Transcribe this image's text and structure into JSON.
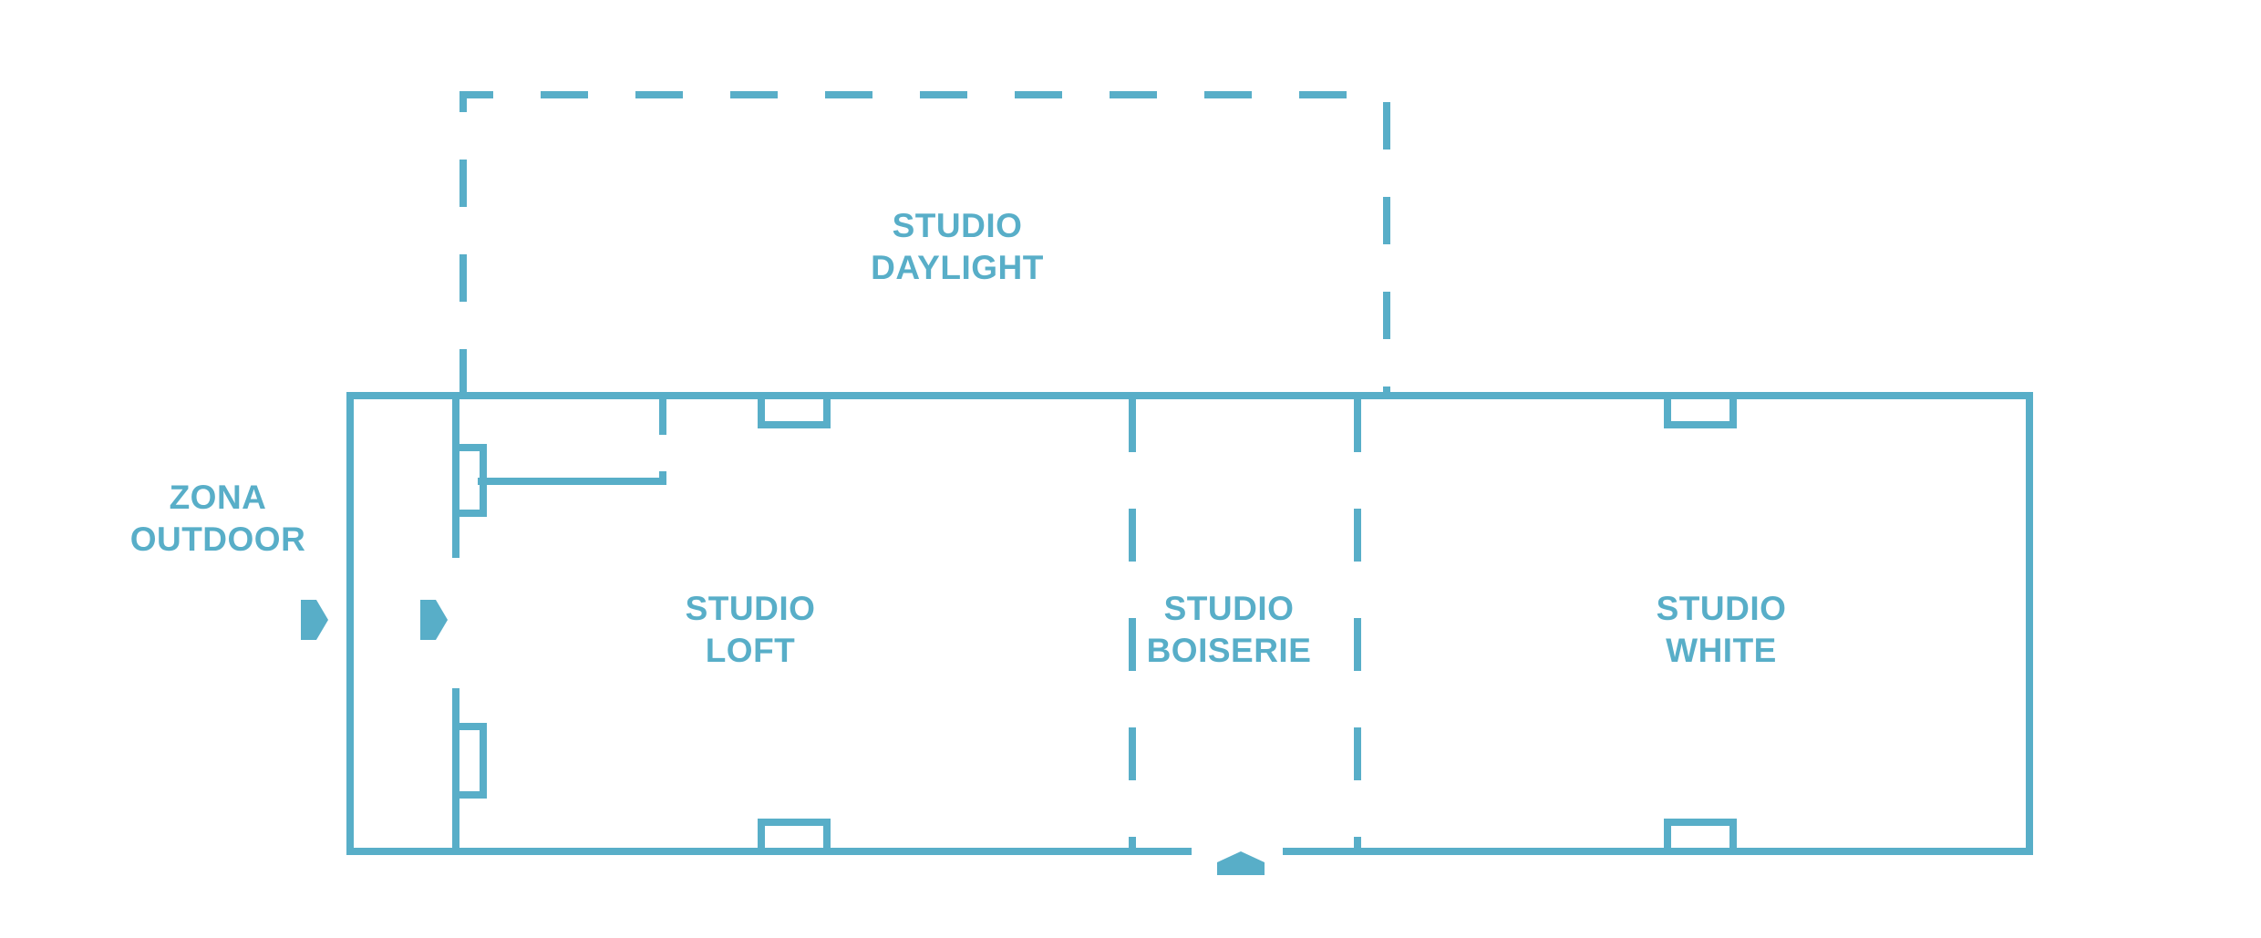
{
  "colors": {
    "line": "#58aec8",
    "background": "#ffffff"
  },
  "rooms": {
    "daylight": {
      "line1": "STUDIO",
      "line2": "DAYLIGHT"
    },
    "outdoor": {
      "line1": "ZONA",
      "line2": "OUTDOOR"
    },
    "loft": {
      "line1": "STUDIO",
      "line2": "LOFT"
    },
    "boiserie": {
      "line1": "STUDIO",
      "line2": "BOISERIE"
    },
    "white": {
      "line1": "STUDIO",
      "line2": "WHITE"
    }
  },
  "icons": {
    "outdoor_entry": "arrow-right-icon",
    "loft_entry": "arrow-right-icon",
    "main_entrance": "arrow-up-icon"
  }
}
